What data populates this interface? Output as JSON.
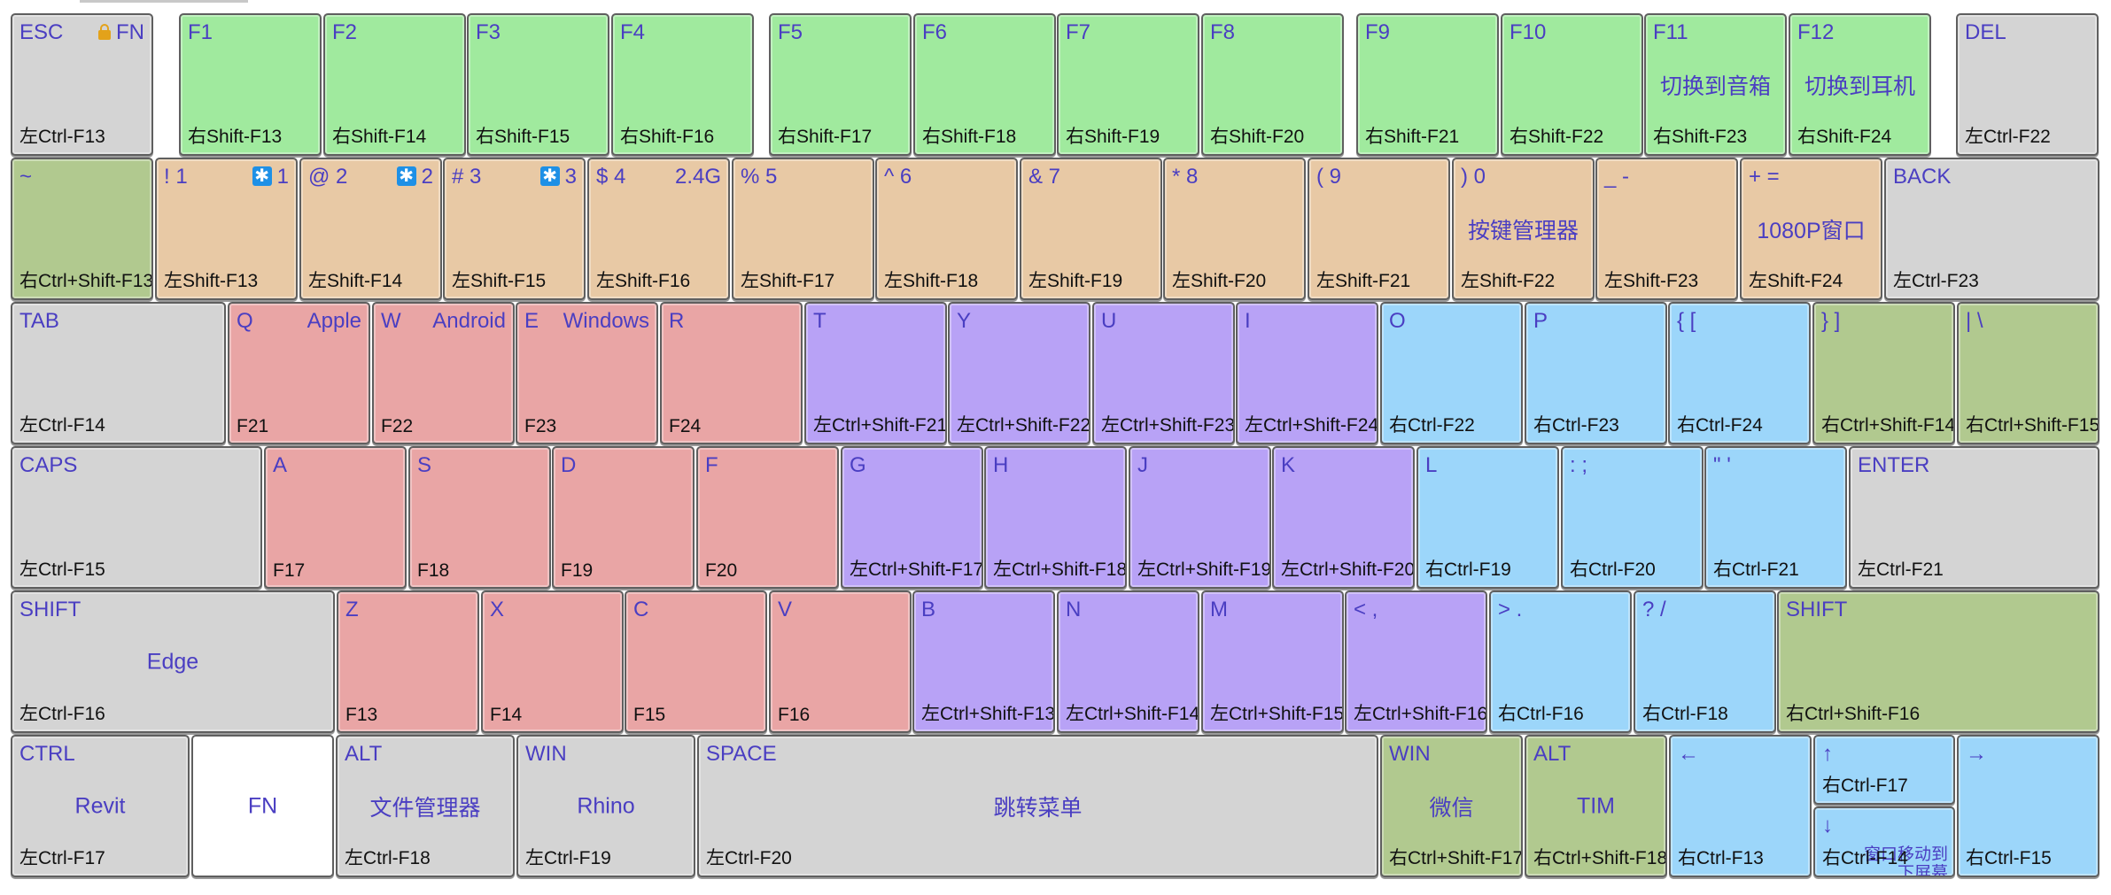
{
  "colors": {
    "gray": "#d4d4d4",
    "green": "#a0ea9e",
    "olive": "#b1c98f",
    "peach": "#e8c9a5",
    "red": "#e9a5a5",
    "purple": "#b8a2f6",
    "blue": "#9cd6fa",
    "white": "#ffffff",
    "legend_text": "#4a3ec2",
    "binding_text": "#111111"
  },
  "icons": {
    "lock": "lock-icon",
    "bluetooth": "bluetooth-icon"
  },
  "keys": {
    "esc": {
      "primary": "ESC",
      "secondary": "FN",
      "binding": "左Ctrl-F13"
    },
    "f1": {
      "primary": "F1",
      "binding": "右Shift-F13"
    },
    "f2": {
      "primary": "F2",
      "binding": "右Shift-F14"
    },
    "f3": {
      "primary": "F3",
      "binding": "右Shift-F15"
    },
    "f4": {
      "primary": "F4",
      "binding": "右Shift-F16"
    },
    "f5": {
      "primary": "F5",
      "binding": "右Shift-F17"
    },
    "f6": {
      "primary": "F6",
      "binding": "右Shift-F18"
    },
    "f7": {
      "primary": "F7",
      "binding": "右Shift-F19"
    },
    "f8": {
      "primary": "F8",
      "binding": "右Shift-F20"
    },
    "f9": {
      "primary": "F9",
      "binding": "右Shift-F21"
    },
    "f10": {
      "primary": "F10",
      "binding": "右Shift-F22"
    },
    "f11": {
      "primary": "F11",
      "center": "切换到音箱",
      "binding": "右Shift-F23"
    },
    "f12": {
      "primary": "F12",
      "center": "切换到耳机",
      "binding": "右Shift-F24"
    },
    "del": {
      "primary": "DEL",
      "binding": "左Ctrl-F22"
    },
    "tilde": {
      "primary": "~",
      "binding": "右Ctrl+Shift-F13"
    },
    "n1": {
      "primary": "! 1",
      "secondary": "1",
      "binding": "左Shift-F13"
    },
    "n2": {
      "primary": "@ 2",
      "secondary": "2",
      "binding": "左Shift-F14"
    },
    "n3": {
      "primary": "# 3",
      "secondary": "3",
      "binding": "左Shift-F15"
    },
    "n4": {
      "primary": "$ 4",
      "secondary": "2.4G",
      "binding": "左Shift-F16"
    },
    "n5": {
      "primary": "% 5",
      "binding": "左Shift-F17"
    },
    "n6": {
      "primary": "^ 6",
      "binding": "左Shift-F18"
    },
    "n7": {
      "primary": "& 7",
      "binding": "左Shift-F19"
    },
    "n8": {
      "primary": "* 8",
      "binding": "左Shift-F20"
    },
    "n9": {
      "primary": "( 9",
      "binding": "左Shift-F21"
    },
    "n0": {
      "primary": ") 0",
      "center": "按键管理器",
      "binding": "左Shift-F22"
    },
    "minus": {
      "primary": "_ -",
      "binding": "左Shift-F23"
    },
    "equal": {
      "primary": "+ =",
      "center": "1080P窗口",
      "binding": "左Shift-F24"
    },
    "back": {
      "primary": "BACK",
      "binding": "左Ctrl-F23"
    },
    "tab": {
      "primary": "TAB",
      "binding": "左Ctrl-F14"
    },
    "q": {
      "primary": "Q",
      "secondary": "Apple",
      "binding": "F21"
    },
    "w": {
      "primary": "W",
      "secondary": "Android",
      "binding": "F22"
    },
    "e": {
      "primary": "E",
      "secondary": "Windows",
      "binding": "F23"
    },
    "r": {
      "primary": "R",
      "binding": "F24"
    },
    "t": {
      "primary": "T",
      "binding": "左Ctrl+Shift-F21"
    },
    "y": {
      "primary": "Y",
      "binding": "左Ctrl+Shift-F22"
    },
    "u": {
      "primary": "U",
      "binding": "左Ctrl+Shift-F23"
    },
    "i": {
      "primary": "I",
      "binding": "左Ctrl+Shift-F24"
    },
    "o": {
      "primary": "O",
      "binding": "右Ctrl-F22"
    },
    "p": {
      "primary": "P",
      "binding": "右Ctrl-F23"
    },
    "lbracket": {
      "primary": "{ [",
      "binding": "右Ctrl-F24"
    },
    "rbracket": {
      "primary": "} ]",
      "binding": "右Ctrl+Shift-F14"
    },
    "backslash": {
      "primary": "| \\",
      "binding": "右Ctrl+Shift-F15"
    },
    "caps": {
      "primary": "CAPS",
      "binding": "左Ctrl-F15"
    },
    "a": {
      "primary": "A",
      "binding": "F17"
    },
    "s": {
      "primary": "S",
      "binding": "F18"
    },
    "d": {
      "primary": "D",
      "binding": "F19"
    },
    "f": {
      "primary": "F",
      "binding": "F20"
    },
    "g": {
      "primary": "G",
      "binding": "左Ctrl+Shift-F17"
    },
    "h": {
      "primary": "H",
      "binding": "左Ctrl+Shift-F18"
    },
    "j": {
      "primary": "J",
      "binding": "左Ctrl+Shift-F19"
    },
    "k": {
      "primary": "K",
      "binding": "左Ctrl+Shift-F20"
    },
    "l": {
      "primary": "L",
      "binding": "右Ctrl-F19"
    },
    "semicolon": {
      "primary": ": ;",
      "binding": "右Ctrl-F20"
    },
    "quote": {
      "primary": "\" '",
      "binding": "右Ctrl-F21"
    },
    "enter": {
      "primary": "ENTER",
      "binding": "左Ctrl-F21"
    },
    "lshift": {
      "primary": "SHIFT",
      "center": "Edge",
      "binding": "左Ctrl-F16"
    },
    "z": {
      "primary": "Z",
      "binding": "F13"
    },
    "x": {
      "primary": "X",
      "binding": "F14"
    },
    "c": {
      "primary": "C",
      "binding": "F15"
    },
    "v": {
      "primary": "V",
      "binding": "F16"
    },
    "b": {
      "primary": "B",
      "binding": "左Ctrl+Shift-F13"
    },
    "n": {
      "primary": "N",
      "binding": "左Ctrl+Shift-F14"
    },
    "m": {
      "primary": "M",
      "binding": "左Ctrl+Shift-F15"
    },
    "comma": {
      "primary": "< ,",
      "binding": "左Ctrl+Shift-F16"
    },
    "period": {
      "primary": "> .",
      "binding": "右Ctrl-F16"
    },
    "slash": {
      "primary": "? /",
      "binding": "右Ctrl-F18"
    },
    "rshift": {
      "primary": "SHIFT",
      "binding": "右Ctrl+Shift-F16"
    },
    "ctrl": {
      "primary": "CTRL",
      "center": "Revit",
      "binding": "左Ctrl-F17"
    },
    "fn": {
      "center": "FN"
    },
    "lalt": {
      "primary": "ALT",
      "center": "文件管理器",
      "binding": "左Ctrl-F18"
    },
    "lwin": {
      "primary": "WIN",
      "center": "Rhino",
      "binding": "左Ctrl-F19"
    },
    "space": {
      "primary": "SPACE",
      "center": "跳转菜单",
      "binding": "左Ctrl-F20"
    },
    "rwin": {
      "primary": "WIN",
      "center": "微信",
      "binding": "右Ctrl+Shift-F17"
    },
    "ralt": {
      "primary": "ALT",
      "center": "TIM",
      "binding": "右Ctrl+Shift-F18"
    },
    "left": {
      "primary": "←",
      "binding": "右Ctrl-F13"
    },
    "up": {
      "primary": "↑",
      "binding": "右Ctrl-F17"
    },
    "down": {
      "primary": "↓",
      "center": "窗口移动到\n下屏幕",
      "binding": "右Ctrl-F14"
    },
    "right": {
      "primary": "→",
      "binding": "右Ctrl-F15"
    }
  }
}
